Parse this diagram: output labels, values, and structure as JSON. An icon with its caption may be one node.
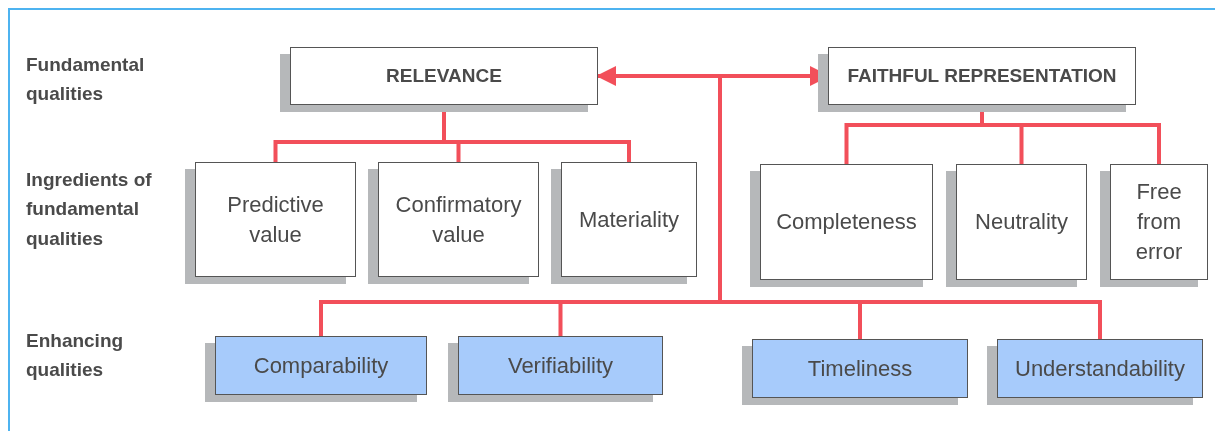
{
  "diagram": {
    "nodes": [
      {
        "text": [
          "RELEVANCE"
        ]
      },
      {
        "text": [
          "FAITHFUL REPRESENTATION"
        ]
      },
      {
        "text": [
          "Predictive value"
        ]
      },
      {
        "text": [
          "Confirmatory value"
        ]
      },
      {
        "text": [
          "Materiality"
        ]
      },
      {
        "text": [
          "Completeness"
        ]
      },
      {
        "text": [
          "Neutrality"
        ]
      },
      {
        "text": [
          "Free from error"
        ]
      },
      {
        "text": [
          "Comparability"
        ]
      },
      {
        "text": [
          "Verifiability"
        ]
      },
      {
        "text": [
          "Timeliness"
        ]
      },
      {
        "text": [
          "Understandability"
        ]
      }
    ],
    "edges": [
      {
        "from": 0,
        "to": 1,
        "arrow": "both"
      },
      {
        "from": 0,
        "to": 2,
        "arrow": "none"
      },
      {
        "from": 0,
        "to": 3,
        "arrow": "none"
      },
      {
        "from": 0,
        "to": 4,
        "arrow": "none"
      },
      {
        "from": 1,
        "to": 5,
        "arrow": "none"
      },
      {
        "from": 1,
        "to": 6,
        "arrow": "none"
      },
      {
        "from": 1,
        "to": 7,
        "arrow": "none"
      },
      {
        "from": null,
        "to": 8,
        "arrow": "none"
      },
      {
        "from": null,
        "to": 9,
        "arrow": "none"
      },
      {
        "from": null,
        "to": 10,
        "arrow": "none"
      },
      {
        "from": null,
        "to": 11,
        "arrow": "none"
      }
    ],
    "labels": [
      "Fundamental qualities",
      "Ingredients of fundamental qualities",
      "Enhancing qualities"
    ]
  }
}
